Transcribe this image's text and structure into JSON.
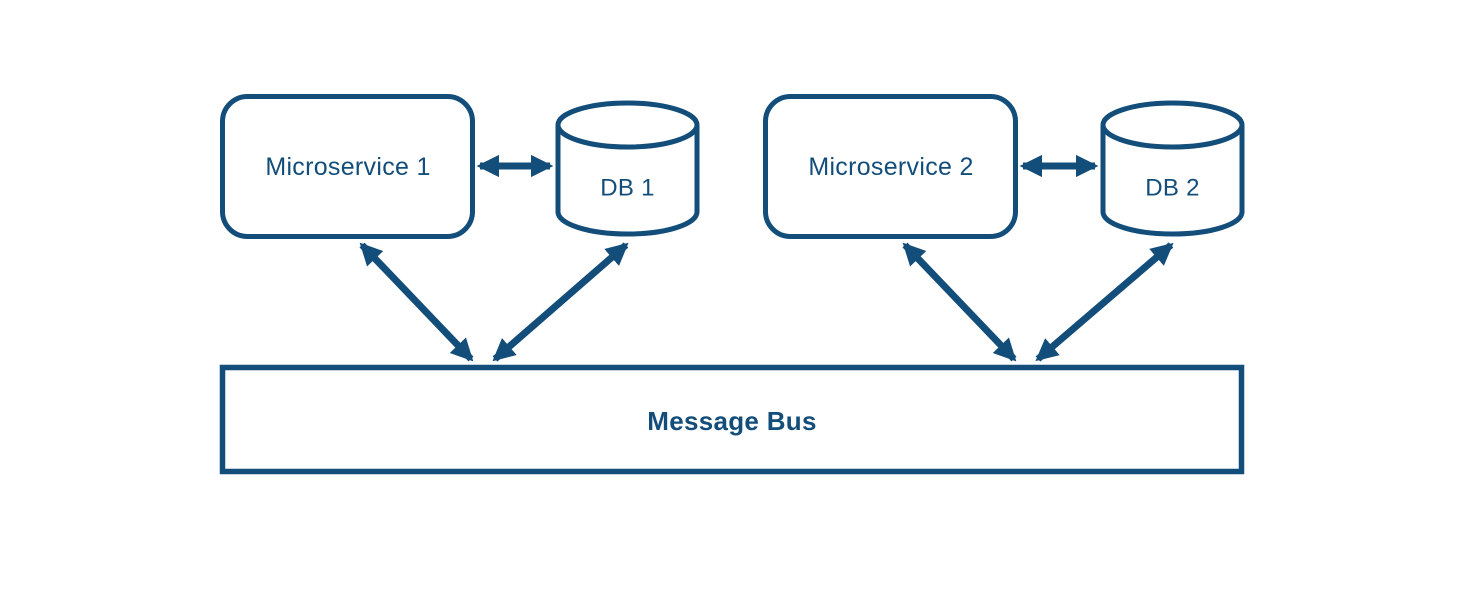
{
  "colors": {
    "line": "#134d7a",
    "fill": "#ffffff",
    "background": "#ffffff"
  },
  "nodes": {
    "microservice1": {
      "label": "Microservice 1",
      "type": "service"
    },
    "db1": {
      "label": "DB 1",
      "type": "database"
    },
    "microservice2": {
      "label": "Microservice 2",
      "type": "service"
    },
    "db2": {
      "label": "DB 2",
      "type": "database"
    },
    "message_bus": {
      "label": "Message Bus",
      "type": "bus"
    }
  },
  "edges": [
    {
      "from": "microservice1",
      "to": "db1",
      "bidirectional": true
    },
    {
      "from": "microservice1",
      "to": "message_bus",
      "bidirectional": true
    },
    {
      "from": "db1",
      "to": "message_bus",
      "bidirectional": true
    },
    {
      "from": "microservice2",
      "to": "db2",
      "bidirectional": true
    },
    {
      "from": "microservice2",
      "to": "message_bus",
      "bidirectional": true
    },
    {
      "from": "db2",
      "to": "message_bus",
      "bidirectional": true
    }
  ]
}
